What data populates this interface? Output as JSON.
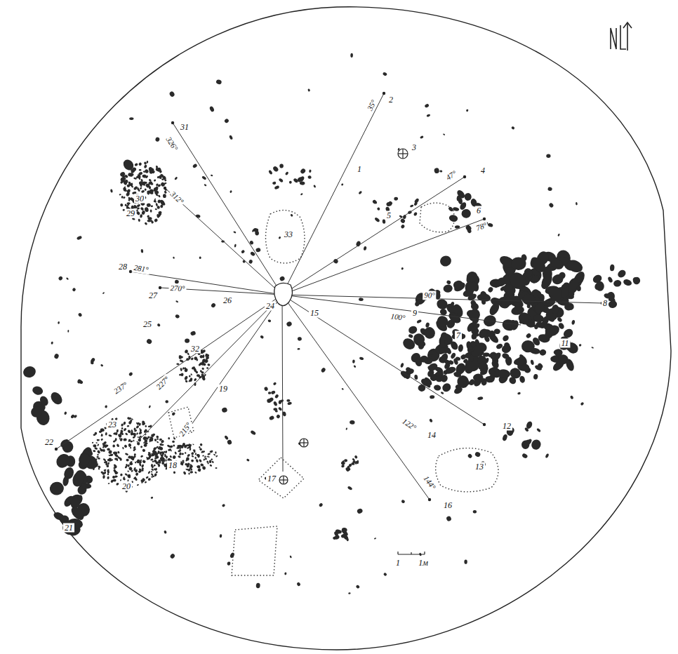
{
  "diagram": {
    "labels": [
      "1",
      "2",
      "3",
      "4",
      "5",
      "6",
      "7",
      "8",
      "9",
      "11",
      "12",
      "13",
      "14",
      "15",
      "16",
      "17",
      "18",
      "19",
      "20",
      "21",
      "22",
      "23",
      "24",
      "25",
      "26",
      "27",
      "28",
      "29",
      "30",
      "31",
      "32",
      "33",
      "35°",
      "47°",
      "78°",
      "90°",
      "100°",
      "122°",
      "144°",
      "215°",
      "227°",
      "237°",
      "270°",
      "281°",
      "312°",
      "326°",
      "1",
      "1м"
    ]
  }
}
